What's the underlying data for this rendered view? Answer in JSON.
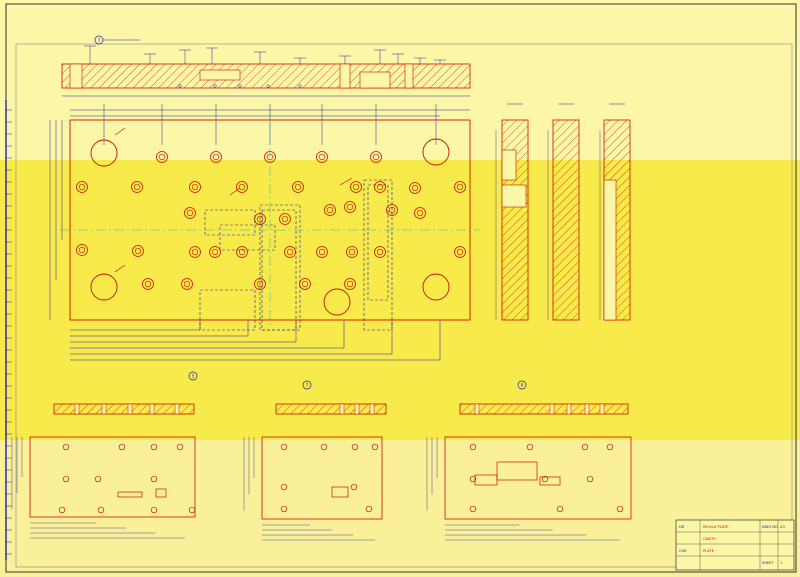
{
  "drawing": {
    "sheet": "A-size mould plate drawing",
    "colors": {
      "background": "#fbf7a6",
      "background_band": "#f7ea4a",
      "part_outline": "#cc1100",
      "dimension": "#2222aa",
      "hidden_line": "#2222aa",
      "centerline": "#1fb8b8",
      "hatch": "#cc1100",
      "border": "#333333"
    },
    "callouts": {
      "main": "3",
      "bottom_left": "5",
      "bottom_middle": "7",
      "bottom_right": "8"
    },
    "title_block": {
      "r1c1": "DR",
      "r1c2": "MOULD PLATE",
      "r2c2": "CAVITY",
      "r3c1": "CHK",
      "r3c2": "PLATE",
      "r1c3": "DWG NO",
      "r1c4": "A3",
      "r4c3": "SHEET",
      "r4c4": "1"
    }
  }
}
